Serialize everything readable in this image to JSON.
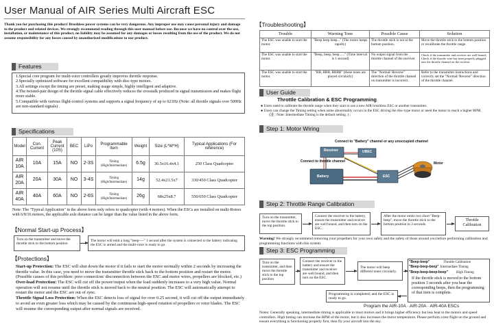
{
  "title": "User Manual of AIR Series Multi Aircraft ESC",
  "warning_text": "Thank you for purchasing this product! Brushless power systems can be very dangerous. Any improper use may cause personal injury and damage to the product and related devices. We strongly recommend reading through this user manual before use. Because we have no control over the use, installation, or maintenance of this product, no liability may be assumed for any damages or losses resulting from the use of the product. We do not assume responsibility for any losses caused by unauthorized modifications to our product.",
  "features": {
    "heading": "Features",
    "items": [
      "1.Special core program for multi-rotor controllers greatly improves throttle response.",
      "2.Specially optimized software for excellent compatibility with disc-type motors.",
      "3.All settings except the timing are preset, making usage simple, highly intelligent and adaptive.",
      "4.The twisted-pair design of the throttle signal cable effectively reduces the crosstalk produced in signal transmission and makes flight more stable.",
      "5.Compatible with various flight-control systems and supports a signal frequency of up to 621Hz (Note: all throttle signals over 500Hz are non-standard signals) ."
    ]
  },
  "specifications": {
    "heading": "Specifications",
    "headers": [
      "Model",
      "Con. Current",
      "Peak Current (10S)",
      "BEC",
      "LiPo",
      "Programmable Item",
      "Weight",
      "Size (L*W*H)",
      "Typical Applications (For reference)"
    ],
    "rows": [
      [
        "AIR 10A",
        "10A",
        "15A",
        "NO",
        "2-3S",
        "Timing (High/Intermediate)",
        "6.5g",
        "36.5x16.4x4.1",
        "250 Class Quadcopter"
      ],
      [
        "AIR 20A",
        "20A",
        "30A",
        "NO",
        "3-4S",
        "Timing (High/Intermediate)",
        "14g",
        "52.4x21.5x7",
        "330/450 Class Quadcopter"
      ],
      [
        "AIR 40A",
        "40A",
        "60A",
        "NO",
        "2-6S",
        "Timing (High/Intermediate)",
        "26g",
        "68x25x8.7",
        "550/650 Class Quadcopter"
      ]
    ],
    "note": "Note: The \"Typical Application\" in the above form only refers to quadcopter (with 4 motors). When the ESCs are installed on multi-Rotors with 6/8/16 motors, the applicable axle distance can be larger than the value listed in the above form."
  },
  "normal_startup": {
    "heading": "Normal Start-up Process",
    "step1": "Turn on the transmitter and move the throttle stick to the bottom position",
    "step2": "The motor will emit a long \"beep----\" 1 second after the system is connected to the battery indicating the ESC is armed and the multi-rotor is ready to go."
  },
  "protections": {
    "heading": "Protections",
    "p1_label": "Start-up Protection:",
    "p1_text": " The ESC will shut down the motor if it fails to start the motor normally within 2 seconds by increasing the throttle value. In this case, you need to move the transmitter throttle stick back to the bottom position and restart the motor. (Possible causes of this problem: poor connection/ disconnection between the ESC and motor wires, propellers are blocked, etc.)",
    "p2_label": "Over-load Protection:",
    "p2_text": " The ESC will cut off the power/output when the load suddenly increases to a very high value. Normal operation will not resume until the throttle stick is moved back to the neutral position. The ESC will automatically attempt to restart the motor and the ESC are out of sync.",
    "p3_label": "Throttle Signal Loss Protection:",
    "p3_text": " When the ESC detects loss of signal for over 0.25 second, it will cut off the output immediately to avoid an even greater loss which may be caused by the continuous high-speed rotation of propellers or rotor blades. The ESC will resume the corresponding output after normal signals are received."
  },
  "troubleshooting": {
    "heading": "Troubleshooting",
    "headers": [
      "Trouble",
      "Warning Tone",
      "Possible Cause",
      "Solution"
    ],
    "rows": [
      [
        "The ESC was unable to start the motor.",
        "\"Beep beep beep...\" (The motor beeps rapidly)",
        "The throttle stick is not at the bottom position.",
        "Move the throttle stick to the bottom position or recalibrate the throttle range."
      ],
      [
        "The ESC was unable to start the motor.",
        "\"Beep, beep, beep......\" (Time interval is 1 second)",
        "No output signal from the throttle channel of the receiver.",
        "Check if the transmitter and receiver are well bound; Check if the throttle wire has been properly plugged into the throttle channel on the receiver."
      ],
      [
        "The ESC was unable to start the motor.",
        "\"BB, BBB, BBBB\" (these tones are played circularly)",
        "The \"Normal/ Reverse\" direction of the throttle channel on transmitter is incorrect.",
        "Refer to the transmitter instructions and correctly set the \"Normal/ Reverse\" direction of the throttle channel."
      ]
    ]
  },
  "user_guide": {
    "heading": "User Guide",
    "subheading": "Throttle Calibration & ESC Programming",
    "bullet1": "Users need to calibrate the throttle range when they start to use a new AIR brushless ESC or another transmitter.",
    "bullet2": "Users can change the Timing setting when some abnormality occurs in the ESC driving the disc-type motor or need the motor to reach a higher RPM.",
    "bullet_note": "(注 : Note: Intermediate Timing is the default setting. ) ;"
  },
  "step1": {
    "heading": "Step 1: Motor Wiring",
    "lbl_batt_receiver": "Connect to \"Battery\" channel or any unoccupied channel",
    "lbl_receiver": "Receiver",
    "lbl_ubec": "UBEC",
    "lbl_throttle": "Connect to throttle channel",
    "lbl_motor": "Motor",
    "lbl_battery": "Battery",
    "lbl_esc": "ESC"
  },
  "step2": {
    "heading": "Step 2: Throttle Range Calibration",
    "box1": "Turn on the transmitter, move the throttle stick to the top position.",
    "box2": "Connect the receiver to the battery, ensure the transmitter and receiver are well bound, and then turn on the ESC.",
    "box3": "After the motor emits two short \"Beep-beep\", move the throttle stick to the bottom position in 3 seconds.",
    "box4": "Throttle Calibration",
    "warning_label": "Warning!",
    "warning_text": " We strongly recommend removing your propellers for your own safety and the safety of those around you before performing calibration and programming functions with this system."
  },
  "step3": {
    "heading": "Step 3: ESC Programming",
    "box1": "Turn on the transmitter, and then move the throttle stick to the top position",
    "box2": "Connect the receiver to the battery and ensure the transmitter and receiver are well bound, and then turn on the ESC.",
    "box3": "The motor will beep different tones circularly.",
    "box4": "Programming is completed; and the ESC is ready to go.",
    "tone1_code": "\"Beep-beep\"",
    "tone1_desc": "Throttle Calibration",
    "tone2_code": "\"Beep-beep-beep\"",
    "tone2_desc": "Intermediate Timing",
    "tone3_code": "\"Beep-beep-beep-beep\"",
    "tone3_desc": "High Timing",
    "instruction": "If the throttle stick is moved to the bottom position 3 seconds after you hear the corresponding beeps, then the programming of that item is complete.",
    "program_line": "Program the AIR-10A · AIR-20A · AIR-40A ESCs",
    "notes": "Notes: Generally speaking, intermediate timing is applicable to most motors and it brings higher efficiency but less heat to the motors and speed controllers. High timing can increase the RPM of the motor, but it also increases the motor temperature. Please perform a test flight on the ground and ensure everything is functioning properly first, then fly your aircraft into the sky."
  }
}
